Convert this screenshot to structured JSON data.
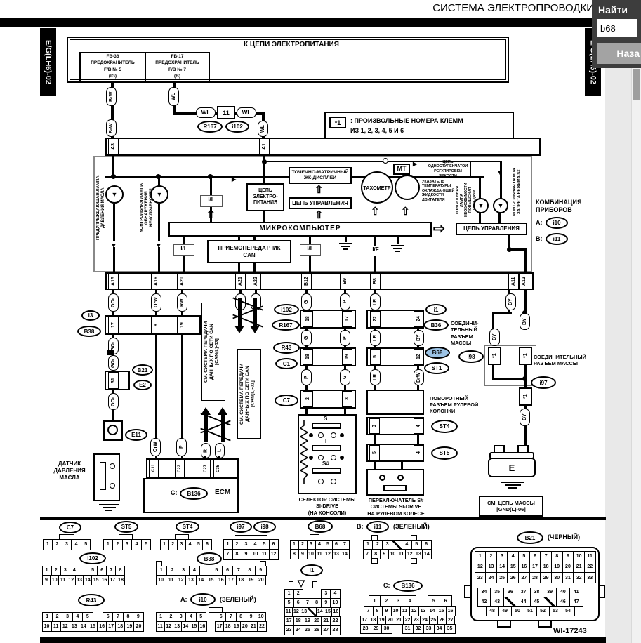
{
  "chrome": {
    "title": "СИСТЕМА ЭЛЕКТРОПРОВОДКИ",
    "search_label": "Найти",
    "search_value": "b68",
    "back_button": "Наза",
    "panel_color": "#3d3d3d",
    "highlight_color": "#9cc3e5"
  },
  "page": {
    "code": "E/G(LH6)-02",
    "footer_code": "WI-17243"
  },
  "w": {
    "brw": "BrW",
    "wl": "WL",
    "gor": "GOr",
    "orw": "OrW",
    "rw": "RW",
    "p": "P",
    "v": "V",
    "g": "G",
    "lr": "LR",
    "by": "BY",
    "r": "R",
    "l": "L"
  },
  "pins": {
    "a3": "A3",
    "a1": "A1",
    "n11": "11",
    "a15": "A15",
    "a16": "A16",
    "a20": "A20",
    "a21": "A21",
    "a22": "A22",
    "b12": "B12",
    "b9": "B9",
    "b8": "B8",
    "a11": "A11",
    "a12": "A12",
    "p2": "2",
    "p3": "3",
    "p4": "4",
    "p5": "5",
    "p8": "8",
    "p12": "12",
    "p17": "17",
    "p18": "18",
    "p19": "19",
    "p22": "22",
    "p24": "24",
    "p31": "31",
    "star": "*1",
    "c11": "C11",
    "c22": "C22",
    "c27": "C27",
    "c35": "C35"
  },
  "conn": {
    "r167": "R167",
    "i102": "i102",
    "i3": "i3",
    "b38": "B38",
    "b21": "B21",
    "e2": "E2",
    "e11": "E11",
    "r43": "R43",
    "c1": "C1",
    "c7": "C7",
    "i1": "i1",
    "b36": "B36",
    "b68": "B68",
    "st1": "ST1",
    "i98": "i98",
    "i97": "i97",
    "st4": "ST4",
    "st5": "ST5",
    "i10": "i10",
    "i11": "i11",
    "b136": "B136",
    "e": "E"
  },
  "top": {
    "banner": "К ЦЕПИ ЭЛЕКТРОПИТАНИЯ",
    "fuse1": "FB-36\nПРЕДОХРАНИТЕЛЬ\nF/B № 5\n(IG)",
    "fuse2": "FB-17\nПРЕДОХРАНИТЕЛЬ\nF/B № 7\n(B)",
    "note_sym": "*1",
    "note_text": ": ПРОИЗВОЛЬНЫЕ НОМЕРА КЛЕММ\nИЗ 1, 2, 3, 4, 5 И 6"
  },
  "block": {
    "lamp_oil": "ПРЕДУПРЕЖДАЮЩАЯ ЛАМПА\nДАВЛЕНИЯ МАСЛА",
    "lamp_mil": "КОНТРОЛЬНАЯ ЛАМПА\nОБНАРУЖЕНИЯ\nНЕИСПРАВНОСТИ",
    "if": "I/F",
    "pwr": "ЦЕПЬ\nЭЛЕКТРО-\nПИТАНИЯ",
    "lcd": "ТОЧЕЧНО-МАТРИЧНЫЙ\nЖК-ДИСПЛЕЙ",
    "ctrl": "ЦЕПЬ УПРАВЛЕНИЯ",
    "tach": "ТАХОМЕТР",
    "mt": "МТ",
    "bright": "ЦЕПЬ ОДНОСТУПЕНЧАТОЙ\nРЕГУЛИРОВКИ ЯРКОСТИ",
    "temp": "УКАЗАТЕЛЬ\nТЕМПЕРАТУРЫ\nОХЛАЖДАЮЩЕЙ\nЖИДКОСТИ\nДВИГАТЕЛЯ",
    "lamp_shift": "КОНТРОЛЬНАЯ\nЛАМПА\nНЕОБХОДИМОСТИ\nПОВЫШЕНИЯ\nПЕРЕДАЧИ",
    "lamp_s": "КОНТРОЛЬНАЯ ЛАМПА\nЗАПРЕТА РЕЖИМА S#",
    "micro": "МИКРОКОМПЬЮТЕР",
    "can": "ПРИЕМОПЕРЕДАТЧИК\nCAN",
    "combo": "КОМБИНАЦИЯ\nПРИБОРОВ",
    "a": "A:",
    "b": "B:",
    "c": "C:"
  },
  "mid": {
    "can_note1": "СМ. СИСТЕМА ПЕРЕДАЧИ\nДАННЫХ ПО СЕТИ CAN\n[CAN(L)-03]",
    "can_note2": "СМ. СИСТЕМА ПЕРЕДАЧИ\nДАННЫХ ПО СЕТИ CAN\n[CAN(L)-01]",
    "gj1": "СОЕДИНИ-\nТЕЛЬНЫЙ\nРАЗЪЕМ\nМАССЫ",
    "gj2": "СОЕДИНИТЕЛЬНЫЙ\nРАЗЪЕМ МАССЫ",
    "rotary": "ПОВОРОТНЫЙ\nРАЗЪЕМ РУЛЕВОЙ\nКОЛОНКИ",
    "sel_caption": "СЕЛЕКТОР СИСТЕМЫ\nSI-DRIVE\n(НА КОНСОЛИ)",
    "sw_caption": "ПЕРЕКЛЮЧАТЕЛЬ S#\nСИСТЕМЫ SI-DRIVE\nНА РУЛЕВОМ КОЛЕСЕ",
    "oil": "ДАТЧИК\nДАВЛЕНИЯ\nМАСЛА",
    "ecm": "ECM",
    "gnd_note": "СМ. ЦЕПЬ МАССЫ\n[GND(L)-06]",
    "s": "S",
    "i": "I",
    "sh": "S#",
    "green": "(ЗЕЛЕНЫЙ)",
    "black": "(ЧЕРНЫЙ)"
  },
  "grids": {
    "c7": [
      [
        "1",
        "2",
        "3",
        "4",
        "5"
      ]
    ],
    "st5": [
      [
        "1",
        "2",
        "3",
        "4",
        "5"
      ]
    ],
    "st4": [
      [
        "1",
        "2",
        "3",
        "4",
        "5",
        "6"
      ]
    ],
    "i97_i98": [
      [
        "1",
        "2",
        "3",
        "4",
        "5",
        "6"
      ],
      [
        "7",
        "8",
        "9",
        "10",
        "11",
        "12"
      ]
    ],
    "b68": [
      [
        "1",
        "2",
        "3",
        "4",
        "5",
        "6",
        "7"
      ],
      [
        "8",
        "9",
        "10",
        "11",
        "12",
        "13",
        "14"
      ]
    ],
    "i11": [
      [
        "1",
        "2",
        "3",
        "X",
        "4",
        "5",
        "6"
      ],
      [
        "7",
        "8",
        "9",
        "10",
        "11",
        "12",
        "13",
        "14"
      ]
    ],
    "i102": [
      [
        "1",
        "2",
        "3",
        "4",
        "",
        "5",
        "6",
        "7",
        "8"
      ],
      [
        "9",
        "10",
        "11",
        "12",
        "13",
        "14",
        "15",
        "16",
        "17",
        "18"
      ]
    ],
    "b38": [
      [
        "1",
        "2",
        "3",
        "4",
        "",
        "5",
        "6",
        "7",
        "8",
        "9"
      ],
      [
        "10",
        "11",
        "12",
        "13",
        "14",
        "15",
        "16",
        "17",
        "18",
        "19",
        "20"
      ]
    ],
    "r43": [
      [
        "1",
        "2",
        "3",
        "4",
        "5",
        "",
        "6",
        "7",
        "8",
        "9"
      ],
      [
        "10",
        "11",
        "12",
        "13",
        "14",
        "15",
        "16",
        "17",
        "18",
        "19",
        "20"
      ]
    ],
    "i10": [
      [
        "1",
        "2",
        "3",
        "4",
        "5",
        "",
        "6",
        "7",
        "8",
        "9",
        "10"
      ],
      [
        "11",
        "12",
        "13",
        "14",
        "15",
        "16",
        "",
        "17",
        "18",
        "19",
        "20",
        "21",
        "22"
      ]
    ],
    "i1": [
      [
        "1",
        "2",
        "",
        "",
        "3",
        "4"
      ],
      [
        "5",
        "6",
        "7",
        "8",
        "9",
        "10"
      ],
      [
        "11",
        "12",
        "13",
        "X",
        "14",
        "15",
        "16"
      ],
      [
        "17",
        "18",
        "19",
        "20",
        "21",
        "22"
      ],
      [
        "23",
        "24",
        "25",
        "26",
        "27",
        "28"
      ]
    ],
    "b136_r1": [
      [
        "1",
        "2",
        "3",
        "4",
        "",
        "5",
        "6"
      ]
    ],
    "b136_r2": [
      [
        "7",
        "8",
        "9",
        "10",
        "11",
        "12",
        "13",
        "14",
        "15",
        "16"
      ]
    ],
    "b136_r3": [
      [
        "17",
        "18",
        "19",
        "20",
        "21",
        "22",
        "23",
        "24",
        "25",
        "26",
        "27"
      ]
    ],
    "b136_r4": [
      [
        "28",
        "29",
        "30",
        "",
        "31",
        "32",
        "33",
        "34",
        "35"
      ]
    ],
    "b21_top": [
      [
        "1",
        "2",
        "3",
        "4",
        "5",
        "6",
        "7",
        "8",
        "9",
        "10",
        "11"
      ],
      [
        "12",
        "13",
        "14",
        "15",
        "16",
        "17",
        "18",
        "19",
        "20",
        "21",
        "22"
      ],
      [
        "23",
        "24",
        "25",
        "26",
        "27",
        "28",
        "29",
        "30",
        "31",
        "32",
        "33"
      ]
    ],
    "b21_bot": [
      [
        "34",
        "35",
        "36",
        "37",
        "38",
        "39",
        "40",
        "41"
      ],
      [
        "42",
        "43",
        "X",
        "44",
        "45",
        "X",
        "46",
        "47"
      ]
    ],
    "b21_last": [
      [
        "48",
        "49",
        "50",
        "51",
        "52",
        "53",
        "54"
      ]
    ]
  }
}
